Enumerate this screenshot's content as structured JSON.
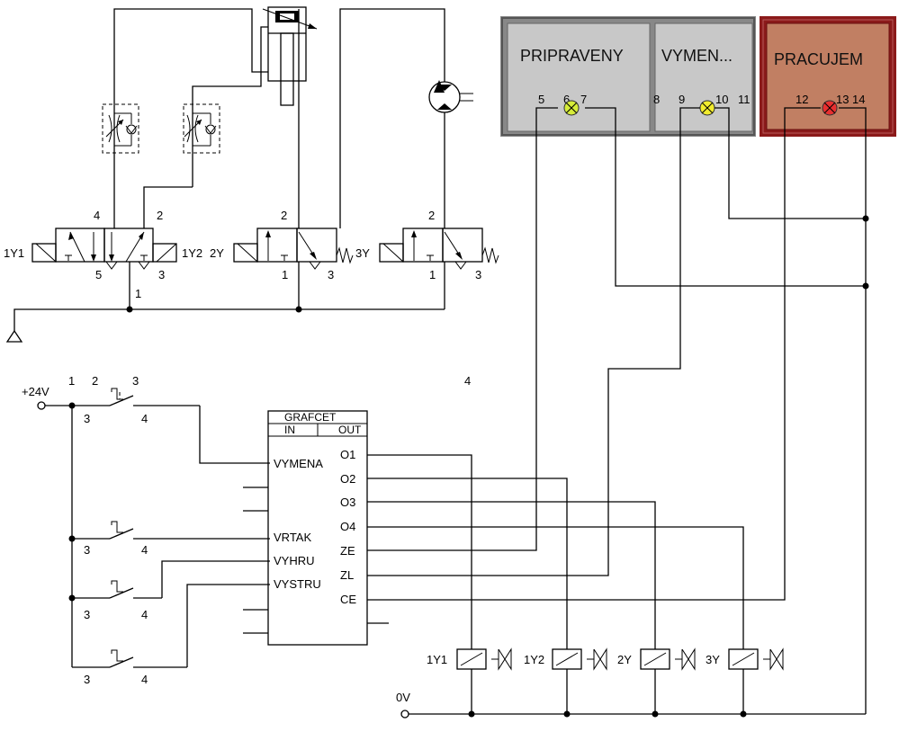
{
  "panels": {
    "pripraveny": {
      "label": "PRIPRAVENY",
      "pins": [
        "5",
        "6",
        "7"
      ],
      "lamp_color": "#d6ec3a",
      "bg": "#c8c8c8"
    },
    "vymena": {
      "label": "VYMEN...",
      "pins": [
        "8",
        "9",
        "10",
        "11"
      ],
      "lamp_color": "#f2ec2e",
      "bg": "#c8c8c8"
    },
    "pracujem": {
      "label": "PRACUJEM",
      "pins": [
        "12",
        "13",
        "14"
      ],
      "lamp_color": "#e83030",
      "bg": "#c17f63",
      "border": "#8b1a1a"
    }
  },
  "valves": {
    "v1": {
      "left_label": "1Y1",
      "right_label": "1Y2",
      "ports": [
        "4",
        "2",
        "5",
        "3",
        "1"
      ]
    },
    "v2": {
      "left_label": "2Y",
      "ports": [
        "2",
        "1",
        "3"
      ]
    },
    "v3": {
      "left_label": "3Y",
      "ports": [
        "2",
        "1",
        "3"
      ]
    }
  },
  "supply": {
    "plus": "+24V",
    "zero": "0V"
  },
  "switches": {
    "s1": {
      "top": [
        "1",
        "2",
        "3"
      ],
      "bottom": [
        "3",
        "4"
      ]
    },
    "s2": {
      "bottom": [
        "3",
        "4"
      ]
    },
    "s3": {
      "bottom": [
        "3",
        "4"
      ]
    },
    "s4": {
      "bottom": [
        "3",
        "4"
      ]
    },
    "stray": "4"
  },
  "grafcet": {
    "title": "GRAFCET",
    "in_label": "IN",
    "out_label": "OUT",
    "inputs": [
      "VYMENA",
      "VRTAK",
      "VYHRU",
      "VYSTRU"
    ],
    "outputs": [
      "O1",
      "O2",
      "O3",
      "O4",
      "ZE",
      "ZL",
      "CE"
    ]
  },
  "coils": [
    "1Y1",
    "1Y2",
    "2Y",
    "3Y"
  ]
}
